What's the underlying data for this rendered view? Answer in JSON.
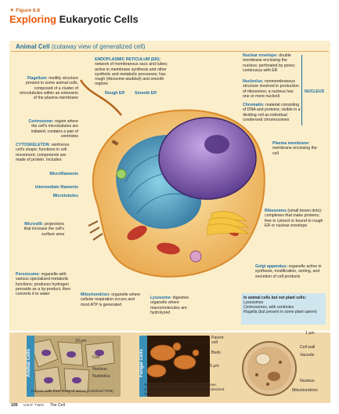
{
  "header": {
    "figure_label": "▼ Figure 6.8",
    "title_colored": "Exploring",
    "title_rest": "Eukaryotic Cells"
  },
  "panel": {
    "title": "Animal Cell",
    "subtitle": "(cutaway view of generalized cell)"
  },
  "labels": {
    "er": {
      "head": "ENDOPLASMIC RETICULUM (ER):",
      "text": "network of membranous sacs and tubes; active in membrane synthesis and other synthetic and metabolic processes; has rough (ribosome-studded) and smooth regions"
    },
    "rough_er": "Rough ER",
    "smooth_er": "Smooth ER",
    "flagellum": {
      "head": "Flagellum:",
      "text": "motility structure present in some animal cells, composed of a cluster of microtubules within an extension of the plasma membrane"
    },
    "centrosome": {
      "head": "Centrosome:",
      "text": "region where the cell's microtubules are initiated; contains a pair of centrioles"
    },
    "cytoskeleton": {
      "head": "CYTOSKELETON:",
      "text": "reinforces cell's shape; functions in cell movement; components are made of protein. Includes:"
    },
    "microfilaments": "Microfilaments",
    "intermediate": "Intermediate filaments",
    "microtubules": "Microtubules",
    "microvilli": {
      "head": "Microvilli:",
      "text": "projections that increase the cell's surface area"
    },
    "peroxisome": {
      "head": "Peroxisome:",
      "text": "organelle with various specialized metabolic functions; produces hydrogen peroxide as a by-product, then converts it to water"
    },
    "mitochondrion": {
      "head": "Mitochondrion:",
      "text": "organelle where cellular respiration occurs and most ATP is generated"
    },
    "lysosome": {
      "head": "Lysosome:",
      "text": "digestive organelle where macromolecules are hydrolyzed"
    },
    "nuclear_env": {
      "head": "Nuclear envelope:",
      "text": "double membrane enclosing the nucleus; perforated by pores; continuous with ER"
    },
    "nucleolus": {
      "head": "Nucleolus:",
      "text": "nonmembranous structure involved in production of ribosomes; a nucleus has one or more nucleoli"
    },
    "chromatin": {
      "head": "Chromatin:",
      "text": "material consisting of DNA and proteins; visible in a dividing cell as individual condensed chromosomes"
    },
    "nucleus": "NUCLEUS",
    "plasma": {
      "head": "Plasma membrane:",
      "text": "membrane enclosing the cell"
    },
    "ribosomes": {
      "head": "Ribosomes",
      "text": "(small brown dots): complexes that make proteins; free in cytosol or bound to rough ER or nuclear envelope"
    },
    "golgi": {
      "head": "Golgi apparatus:",
      "text": "organelle active in synthesis, modification, sorting, and secretion of cell products"
    }
  },
  "note": {
    "title": "In animal cells but not plant cells:",
    "line1": "Lysosomes",
    "line2": "Centrosomes, with centrioles",
    "line3": "Flagella (but present in some plant sperm)"
  },
  "bottom": {
    "animal_tab": "Animal Cells",
    "fungal_tab": "Fungal Cells",
    "animal_scale": "10 µm",
    "animal_cell": "Cell",
    "animal_nucleus": "Nucleus",
    "animal_nucleolus": "Nucleolus",
    "animal_caption": "Human cells from lining of uterus (colorized TEM)",
    "parent_cell": "Parent cell",
    "buds": "Buds",
    "yeast_scale": "5 µm",
    "yeast_caption": "Yeast cells: reproducing by budding (above, colorized SEM) and a single cell (right, colorized TEM)",
    "single_scale": "1 µm",
    "cell_wall": "Cell wall",
    "vacuole": "Vacuole",
    "single_nucleus": "Nucleus",
    "single_mito": "Mitochondrion"
  },
  "footer": {
    "page": "100",
    "unit": "UNIT TWO",
    "chapter": "The Cell"
  },
  "colors": {
    "accent": "#e8590c",
    "blue_label": "#1b6ea5",
    "panel_bg": "#fbeecb",
    "note_bg": "#cfe6ef",
    "animal_tab": "#3a8fb7",
    "fungal_tab": "#3a8fb7"
  }
}
